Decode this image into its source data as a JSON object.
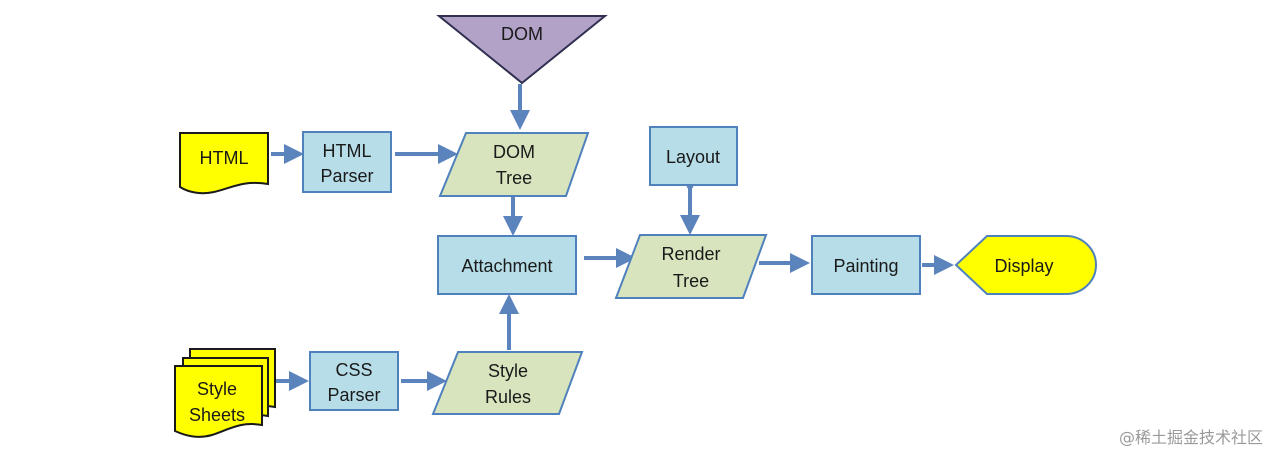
{
  "nodes": {
    "dom": {
      "label": "DOM"
    },
    "html_doc": {
      "label": "HTML"
    },
    "html_parser": {
      "lines": [
        "HTML",
        "Parser"
      ]
    },
    "dom_tree": {
      "lines": [
        "DOM",
        "Tree"
      ]
    },
    "layout": {
      "label": "Layout"
    },
    "attachment": {
      "label": "Attachment"
    },
    "render_tree": {
      "lines": [
        "Render",
        "Tree"
      ]
    },
    "painting": {
      "label": "Painting"
    },
    "display": {
      "label": "Display"
    },
    "style_sheets": {
      "lines": [
        "Style",
        "Sheets"
      ]
    },
    "css_parser": {
      "lines": [
        "CSS",
        "Parser"
      ]
    },
    "style_rules": {
      "lines": [
        "Style",
        "Rules"
      ]
    }
  },
  "colors": {
    "process": "#b6dde8",
    "data": "#d7e4bd",
    "io": "#ffff00",
    "dom_source": "#b3a2c7",
    "stroke": "#4f81bd",
    "arrow": "#5b84bd"
  },
  "watermark": "@稀土掘金技术社区"
}
